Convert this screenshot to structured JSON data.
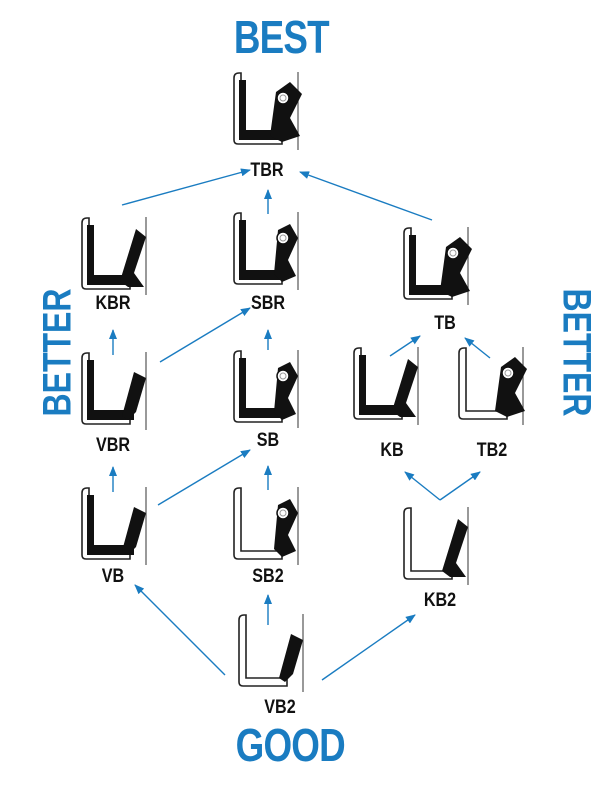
{
  "tiers": {
    "best": "BEST",
    "better_left": "BETTER",
    "better_right": "BETTER",
    "good": "GOOD"
  },
  "colors": {
    "accent": "#1a7cc1",
    "seal": "#111111"
  },
  "nodes": [
    {
      "id": "TBR",
      "label": "TBR",
      "covered": true,
      "spring": true,
      "lip": "t"
    },
    {
      "id": "KBR",
      "label": "KBR",
      "covered": true,
      "spring": false,
      "lip": "k"
    },
    {
      "id": "SBR",
      "label": "SBR",
      "covered": true,
      "spring": true,
      "lip": "s"
    },
    {
      "id": "TB",
      "label": "TB",
      "covered": true,
      "spring": true,
      "lip": "t"
    },
    {
      "id": "VBR",
      "label": "VBR",
      "covered": true,
      "spring": false,
      "lip": "v"
    },
    {
      "id": "SB",
      "label": "SB",
      "covered": true,
      "spring": true,
      "lip": "s"
    },
    {
      "id": "KB",
      "label": "KB",
      "covered": true,
      "spring": false,
      "lip": "k"
    },
    {
      "id": "TB2",
      "label": "TB2",
      "covered": false,
      "spring": true,
      "lip": "t"
    },
    {
      "id": "VB",
      "label": "VB",
      "covered": true,
      "spring": false,
      "lip": "v"
    },
    {
      "id": "SB2",
      "label": "SB2",
      "covered": false,
      "spring": true,
      "lip": "s"
    },
    {
      "id": "KB2",
      "label": "KB2",
      "covered": false,
      "spring": false,
      "lip": "k"
    },
    {
      "id": "VB2",
      "label": "VB2",
      "covered": false,
      "spring": false,
      "lip": "v"
    }
  ],
  "edges": [
    [
      "VB2",
      "VB"
    ],
    [
      "VB2",
      "SB2"
    ],
    [
      "VB2",
      "KB2"
    ],
    [
      "VB",
      "VBR"
    ],
    [
      "VB",
      "SB"
    ],
    [
      "SB2",
      "SB"
    ],
    [
      "VBR",
      "KBR"
    ],
    [
      "VBR",
      "SBR"
    ],
    [
      "SB",
      "SBR"
    ],
    [
      "KB2",
      "KB"
    ],
    [
      "KB2",
      "TB2"
    ],
    [
      "KB",
      "TB"
    ],
    [
      "TB2",
      "TB"
    ],
    [
      "KBR",
      "TBR"
    ],
    [
      "SBR",
      "TBR"
    ],
    [
      "TB",
      "TBR"
    ]
  ]
}
